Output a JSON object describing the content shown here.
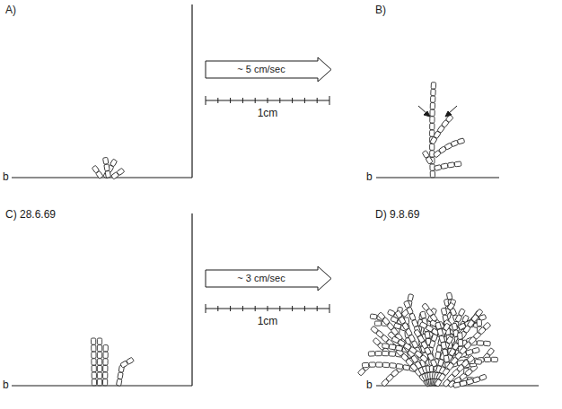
{
  "diagram": {
    "nodes": [
      {
        "text": [
          "~ 5 cm/sec"
        ]
      },
      {
        "text": [
          "~ 3 cm/sec"
        ]
      }
    ],
    "labels": [
      "A)",
      "B)",
      "1cm",
      "b",
      "b",
      "C) 28.6.69",
      "D) 9.8.69",
      "1cm",
      "b",
      "b"
    ]
  }
}
